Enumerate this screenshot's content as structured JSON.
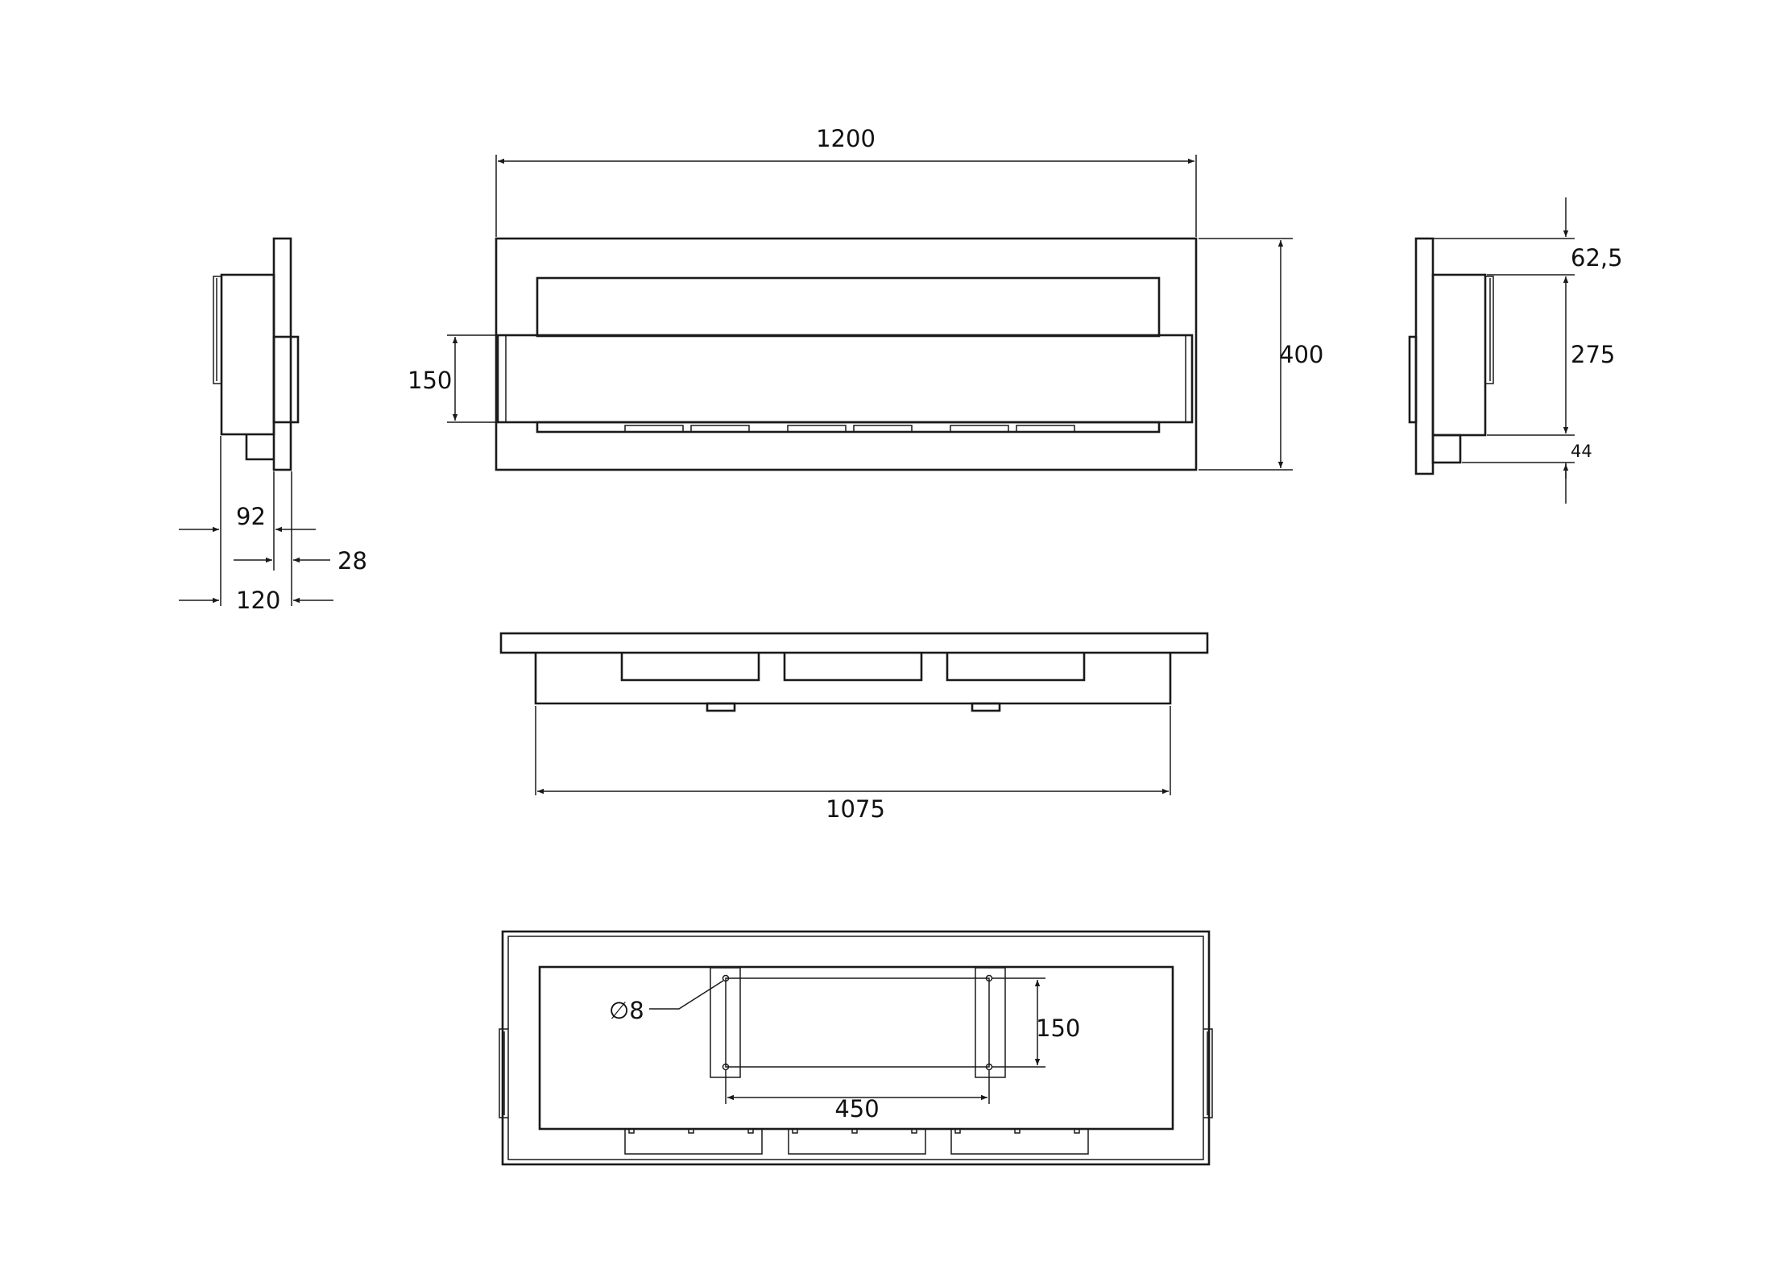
{
  "dimensions": {
    "width_total": "1200",
    "height_total": "400",
    "opening_height": "150",
    "top_offset": "62,5",
    "inner_height": "275",
    "bottom_offset": "44",
    "depth_body": "92",
    "depth_frame": "28",
    "depth_total": "120",
    "insert_width": "1075",
    "hole_diameter": "∅8",
    "hole_vertical_spacing": "150",
    "hole_horizontal_spacing": "450"
  },
  "colors": {
    "line": "#1a1a1a",
    "background": "#ffffff"
  }
}
